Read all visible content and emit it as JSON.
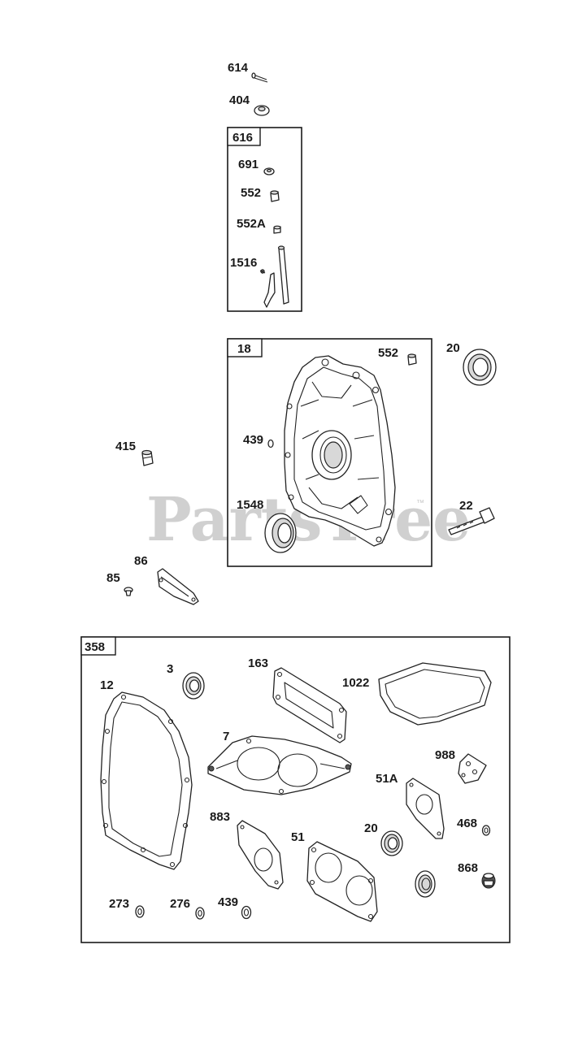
{
  "watermark": {
    "text": "PartsTree",
    "trademark": "™"
  },
  "groups": {
    "g616": "616",
    "g18": "18",
    "g358": "358"
  },
  "labels": {
    "l614": "614",
    "l404": "404",
    "l691": "691",
    "l552a": "552",
    "l552A": "552A",
    "l1516": "1516",
    "l552b": "552",
    "l20a": "20",
    "l415": "415",
    "l439a": "439",
    "l1548": "1548",
    "l22": "22",
    "l86": "86",
    "l85": "85",
    "l3": "3",
    "l163": "163",
    "l1022": "1022",
    "l12": "12",
    "l7": "7",
    "l988": "988",
    "l51A": "51A",
    "l883": "883",
    "l51": "51",
    "l20b": "20",
    "l468": "468",
    "l868": "868",
    "l273": "273",
    "l276": "276",
    "l439b": "439"
  }
}
